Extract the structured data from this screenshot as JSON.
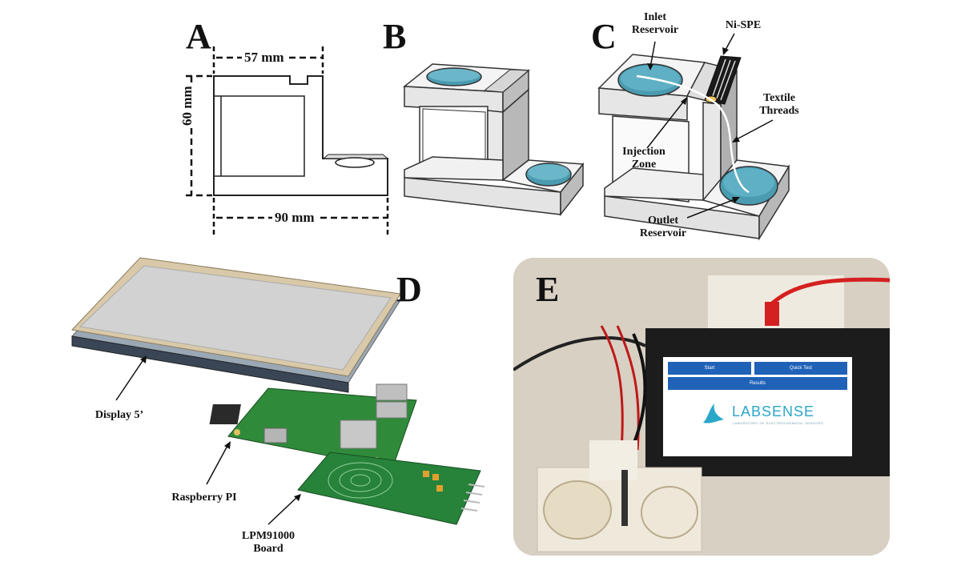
{
  "panels": {
    "a": "A",
    "b": "B",
    "c": "C",
    "d": "D",
    "e": "E"
  },
  "dimensions": {
    "width_top": "57 mm",
    "height": "60 mm",
    "width_bottom": "90 mm"
  },
  "labels": {
    "inlet_reservoir": "Inlet\nReservoir",
    "ni_spe": "Ni-SPE",
    "textile_threads": "Textile\nThreads",
    "injection_zone": "Injection\nZone",
    "outlet_reservoir": "Outlet\nReservoir",
    "display": "Display 5’",
    "raspberry_pi": "Raspberry PI",
    "lpm_board": "LPM91000\nBoard"
  },
  "device_screen": {
    "start_button": "Start",
    "quick_test_button": "Quick Test",
    "results_button": "Results",
    "logo_text": "LABSENSE",
    "logo_sub": "LABORATORY OF ELECTROCHEMICAL SENSORS"
  },
  "colors": {
    "liquid": "#4a9bb0",
    "board_green": "#2e8b3e",
    "device_black": "#1c1c1c",
    "button_blue": "#1f62b8",
    "cable_red": "#d42020"
  }
}
